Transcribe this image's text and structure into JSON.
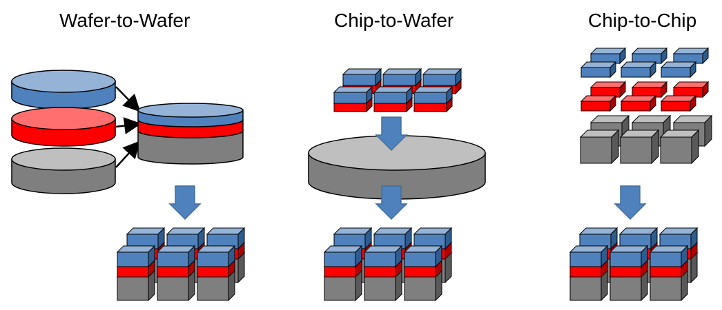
{
  "titles": {
    "wafer_to_wafer": "Wafer-to-Wafer",
    "chip_to_wafer": "Chip-to-Wafer",
    "chip_to_chip": "Chip-to-Chip"
  },
  "colors": {
    "blue_face": "#4f81bd",
    "blue_top": "#95b3d7",
    "blue_dark": "#2e5c8e",
    "red_face": "#ff0000",
    "red_top": "#ff6f6f",
    "red_dark": "#b00000",
    "gray_face": "#7f7f7f",
    "gray_top": "#bfbfbf",
    "gray_dark": "#595959",
    "arrow_fill": "#4f81bd",
    "arrow_stroke": "#41719c",
    "outline": "#000000"
  }
}
